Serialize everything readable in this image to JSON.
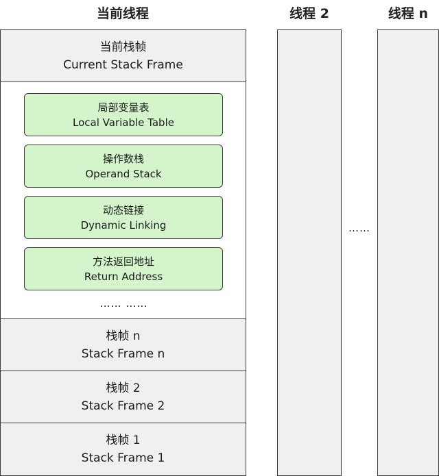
{
  "threads": {
    "current": {
      "title": "当前线程",
      "current_frame": {
        "cn": "当前栈帧",
        "en": "Current Stack Frame"
      },
      "components": [
        {
          "cn": "局部变量表",
          "en": "Local Variable Table"
        },
        {
          "cn": "操作数栈",
          "en": "Operand Stack"
        },
        {
          "cn": "动态链接",
          "en": "Dynamic Linking"
        },
        {
          "cn": "方法返回地址",
          "en": "Return Address"
        }
      ],
      "components_ellipsis": "…… ……",
      "frames": [
        {
          "cn": "栈帧 n",
          "en": "Stack Frame n"
        },
        {
          "cn": "栈帧 2",
          "en": "Stack Frame 2"
        },
        {
          "cn": "栈帧 1",
          "en": "Stack Frame 1"
        }
      ]
    },
    "thread2": {
      "title": "线程 2"
    },
    "between_ellipsis": "……",
    "threadn": {
      "title": "线程 n"
    }
  }
}
